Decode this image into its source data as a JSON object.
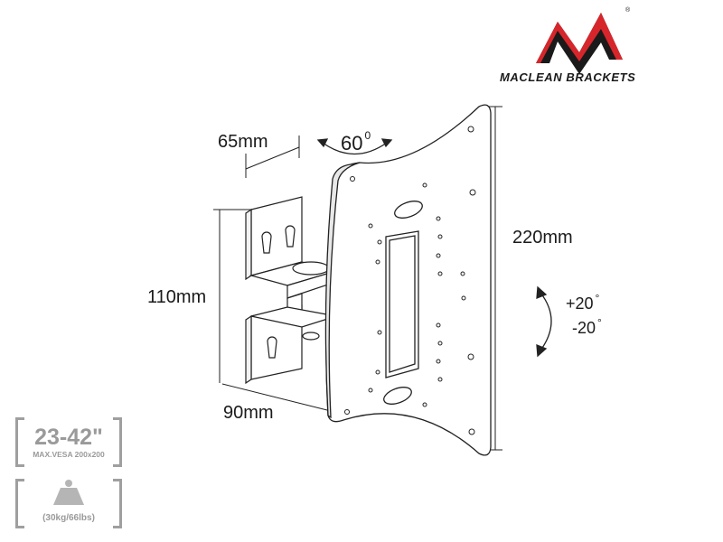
{
  "brand": {
    "name": "MACLEAN BRACKETS",
    "registered": "®",
    "colors": {
      "red": "#d7262b",
      "black": "#1a1a1a"
    }
  },
  "dimensions": {
    "depth_min": "65mm",
    "swivel": "60",
    "swivel_degree_mark": "0",
    "wall_plate_height": "110mm",
    "max_depth": "90mm",
    "tv_plate_height": "220mm"
  },
  "tilt": {
    "up": "+20",
    "down": "-20",
    "degree_mark": "°"
  },
  "badges": {
    "size": {
      "range": "23-42\"",
      "vesa": "MAX.VESA 200x200"
    },
    "weight": {
      "max_load": "(30kg/66lbs)",
      "icon": "weight-icon"
    }
  },
  "colors": {
    "line": "#222222",
    "badge_gray": "#9a9a9a"
  }
}
